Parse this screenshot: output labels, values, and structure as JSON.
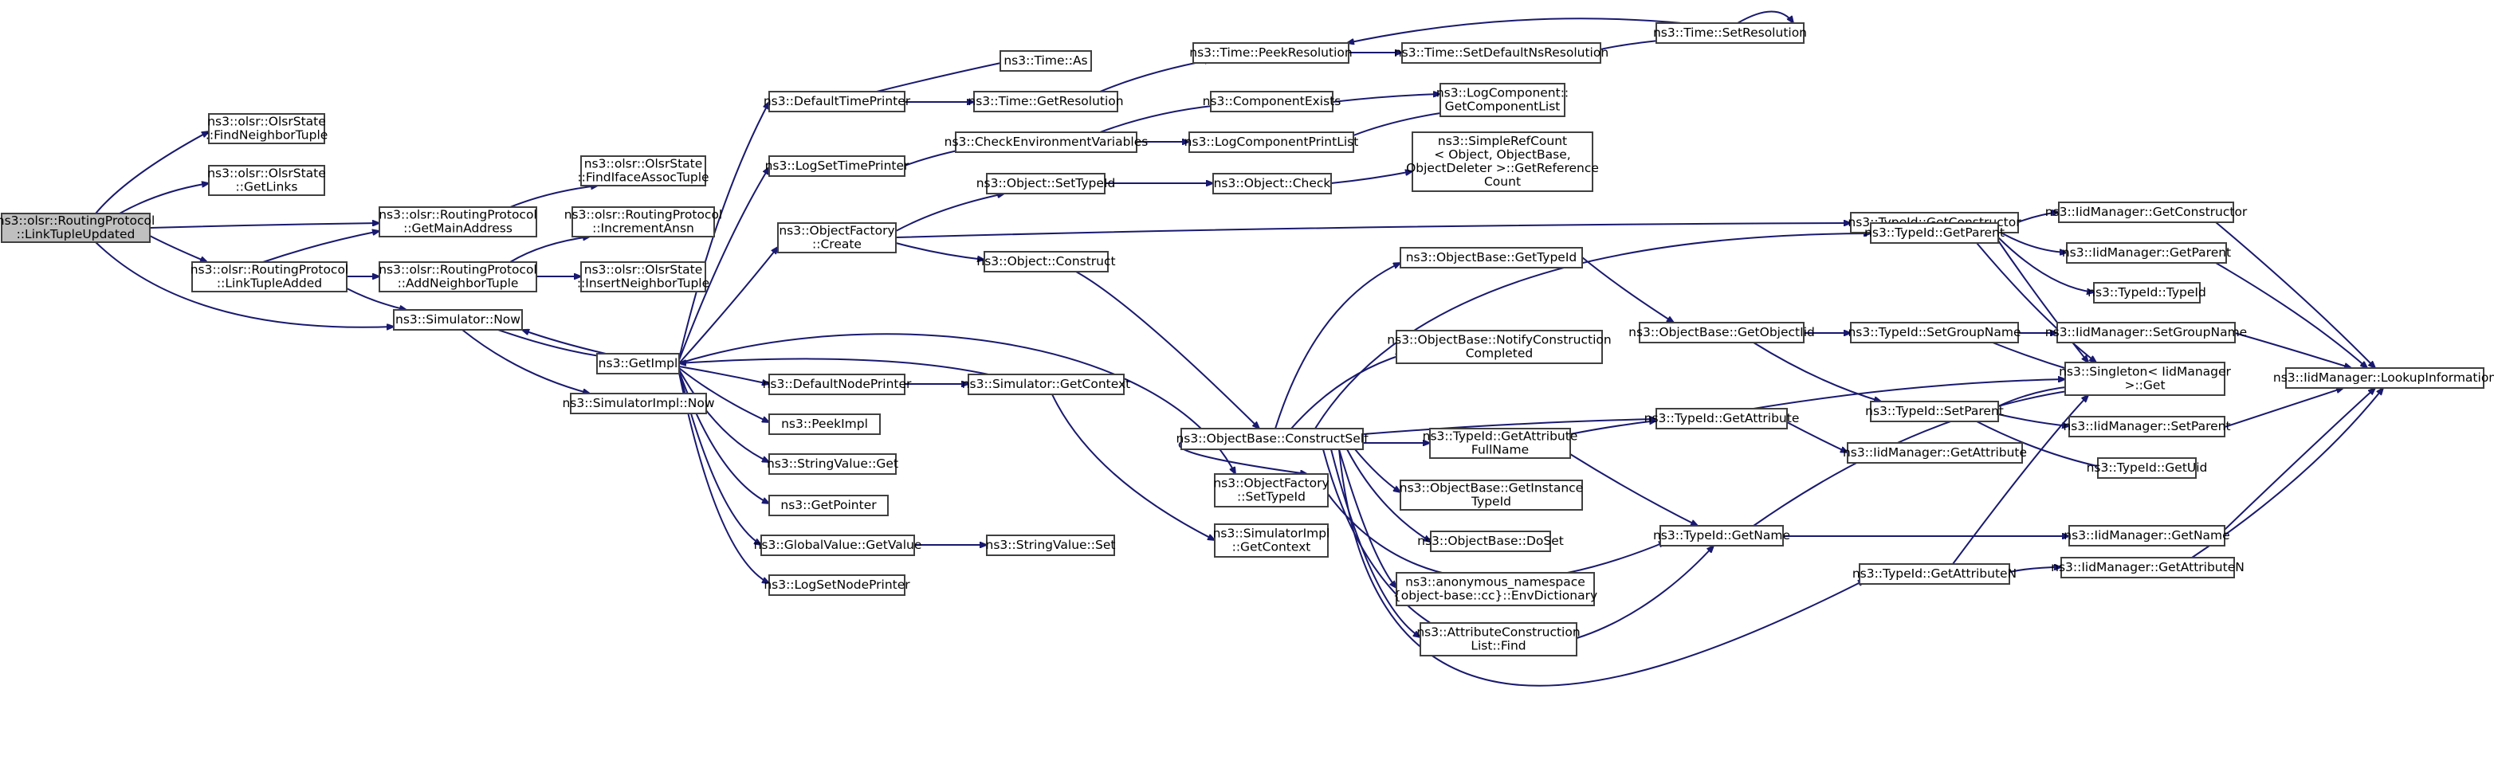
{
  "diagram": {
    "type": "call-graph",
    "colors": {
      "edge": "#191970",
      "node_border": "#404040",
      "root_fill": "#bfbfbf",
      "node_fill": "#ffffff"
    },
    "root": "linktupleupdated",
    "nodes": [
      {
        "id": "linktupleupdated",
        "lines": [
          "ns3::olsr::RoutingProtocol",
          "::LinkTupleUpdated"
        ]
      },
      {
        "id": "findneighbortuple",
        "lines": [
          "ns3::olsr::OlsrState",
          "::FindNeighborTuple"
        ]
      },
      {
        "id": "getlinks",
        "lines": [
          "ns3::olsr::OlsrState",
          "::GetLinks"
        ]
      },
      {
        "id": "getmainaddress",
        "lines": [
          "ns3::olsr::RoutingProtocol",
          "::GetMainAddress"
        ]
      },
      {
        "id": "linktupleadded",
        "lines": [
          "ns3::olsr::RoutingProtocol",
          "::LinkTupleAdded"
        ]
      },
      {
        "id": "simnow",
        "lines": [
          "ns3::Simulator::Now"
        ]
      },
      {
        "id": "findifaceassoc",
        "lines": [
          "ns3::olsr::OlsrState",
          "::FindIfaceAssocTuple"
        ]
      },
      {
        "id": "addneighbortuple",
        "lines": [
          "ns3::olsr::RoutingProtocol",
          "::AddNeighborTuple"
        ]
      },
      {
        "id": "incrementansn",
        "lines": [
          "ns3::olsr::RoutingProtocol",
          "::IncrementAnsn"
        ]
      },
      {
        "id": "insertneighbortuple",
        "lines": [
          "ns3::olsr::OlsrState",
          "::InsertNeighborTuple"
        ]
      },
      {
        "id": "getimpl",
        "lines": [
          "ns3::GetImpl"
        ]
      },
      {
        "id": "simimplnow",
        "lines": [
          "ns3::SimulatorImpl::Now"
        ]
      },
      {
        "id": "defaulttimeprinter",
        "lines": [
          "ns3::DefaultTimePrinter"
        ]
      },
      {
        "id": "logsettimeprinter",
        "lines": [
          "ns3::LogSetTimePrinter"
        ]
      },
      {
        "id": "objfactorycreate",
        "lines": [
          "ns3::ObjectFactory",
          "::Create"
        ]
      },
      {
        "id": "defaultnodeprinter",
        "lines": [
          "ns3::DefaultNodePrinter"
        ]
      },
      {
        "id": "peekimpl",
        "lines": [
          "ns3::PeekImpl"
        ]
      },
      {
        "id": "stringvalueget",
        "lines": [
          "ns3::StringValue::Get"
        ]
      },
      {
        "id": "getpointer",
        "lines": [
          "ns3::GetPointer"
        ]
      },
      {
        "id": "globalvalueget",
        "lines": [
          "ns3::GlobalValue::GetValue"
        ]
      },
      {
        "id": "logsetnodeprinter",
        "lines": [
          "ns3::LogSetNodePrinter"
        ]
      },
      {
        "id": "timeas",
        "lines": [
          "ns3::Time::As"
        ]
      },
      {
        "id": "timegetres",
        "lines": [
          "ns3::Time::GetResolution"
        ]
      },
      {
        "id": "checkenv",
        "lines": [
          "ns3::CheckEnvironmentVariables"
        ]
      },
      {
        "id": "objsettypeid",
        "lines": [
          "ns3::Object::SetTypeId"
        ]
      },
      {
        "id": "objconstruct",
        "lines": [
          "ns3::Object::Construct"
        ]
      },
      {
        "id": "simgetcontext",
        "lines": [
          "ns3::Simulator::GetContext"
        ]
      },
      {
        "id": "stringvalueset",
        "lines": [
          "ns3::StringValue::Set"
        ]
      },
      {
        "id": "simimplgetcontext",
        "lines": [
          "ns3::SimulatorImpl",
          "::GetContext"
        ]
      },
      {
        "id": "objfactorysettypeid",
        "lines": [
          "ns3::ObjectFactory",
          "::SetTypeId"
        ]
      },
      {
        "id": "timepeekres",
        "lines": [
          "ns3::Time::PeekResolution"
        ]
      },
      {
        "id": "componentexists",
        "lines": [
          "ns3::ComponentExists"
        ]
      },
      {
        "id": "logcompprintlist",
        "lines": [
          "ns3::LogComponentPrintList"
        ]
      },
      {
        "id": "objcheck",
        "lines": [
          "ns3::Object::Check"
        ]
      },
      {
        "id": "constructself",
        "lines": [
          "ns3::ObjectBase::ConstructSelf"
        ]
      },
      {
        "id": "timesetdefault",
        "lines": [
          "ns3::Time::SetDefaultNsResolution"
        ]
      },
      {
        "id": "timesetres",
        "lines": [
          "ns3::Time::SetResolution"
        ]
      },
      {
        "id": "logcompgetlist",
        "lines": [
          "ns3::LogComponent::",
          "GetComponentList"
        ]
      },
      {
        "id": "simplerefcount",
        "lines": [
          "ns3::SimpleRefCount",
          "< Object, ObjectBase,",
          " ObjectDeleter >::GetReference",
          "Count"
        ]
      },
      {
        "id": "obgettypeid",
        "lines": [
          "ns3::ObjectBase::GetTypeId"
        ]
      },
      {
        "id": "obnotify",
        "lines": [
          "ns3::ObjectBase::NotifyConstruction",
          "Completed"
        ]
      },
      {
        "id": "tigetattrfull",
        "lines": [
          "ns3::TypeId::GetAttribute",
          "FullName"
        ]
      },
      {
        "id": "obgetinstance",
        "lines": [
          "ns3::ObjectBase::GetInstance",
          "TypeId"
        ]
      },
      {
        "id": "obdoset",
        "lines": [
          "ns3::ObjectBase::DoSet"
        ]
      },
      {
        "id": "envdict",
        "lines": [
          "ns3::anonymous_namespace",
          "{object-base::cc}::EnvDictionary"
        ]
      },
      {
        "id": "attrconstfind",
        "lines": [
          "ns3::AttributeConstruction",
          "List::Find"
        ]
      },
      {
        "id": "tigetconstructor",
        "lines": [
          "ns3::TypeId::GetConstructor"
        ]
      },
      {
        "id": "tigetparent",
        "lines": [
          "ns3::TypeId::GetParent"
        ]
      },
      {
        "id": "obgetobjectiid",
        "lines": [
          "ns3::ObjectBase::GetObjectIid"
        ]
      },
      {
        "id": "tigetattribute",
        "lines": [
          "ns3::TypeId::GetAttribute"
        ]
      },
      {
        "id": "tigetname",
        "lines": [
          "ns3::TypeId::GetName"
        ]
      },
      {
        "id": "tigetattributen",
        "lines": [
          "ns3::TypeId::GetAttributeN"
        ]
      },
      {
        "id": "tisetgroupname",
        "lines": [
          "ns3::TypeId::SetGroupName"
        ]
      },
      {
        "id": "tisetparent",
        "lines": [
          "ns3::TypeId::SetParent"
        ]
      },
      {
        "id": "iidgetattribute",
        "lines": [
          "ns3::IidManager::GetAttribute"
        ]
      },
      {
        "id": "iidgetconstructor",
        "lines": [
          "ns3::IidManager::GetConstructor"
        ]
      },
      {
        "id": "iidgetparent",
        "lines": [
          "ns3::IidManager::GetParent"
        ]
      },
      {
        "id": "titypeid",
        "lines": [
          "ns3::TypeId::TypeId"
        ]
      },
      {
        "id": "iidsetgroupname",
        "lines": [
          "ns3::IidManager::SetGroupName"
        ]
      },
      {
        "id": "singletonget",
        "lines": [
          "ns3::Singleton< IidManager",
          " >::Get"
        ]
      },
      {
        "id": "iidsetparent",
        "lines": [
          "ns3::IidManager::SetParent"
        ]
      },
      {
        "id": "tigetuid",
        "lines": [
          "ns3::TypeId::GetUid"
        ]
      },
      {
        "id": "iidgetname",
        "lines": [
          "ns3::IidManager::GetName"
        ]
      },
      {
        "id": "iidgetattributen",
        "lines": [
          "ns3::IidManager::GetAttributeN"
        ]
      },
      {
        "id": "iidlookup",
        "lines": [
          "ns3::IidManager::LookupInformation"
        ]
      }
    ]
  }
}
